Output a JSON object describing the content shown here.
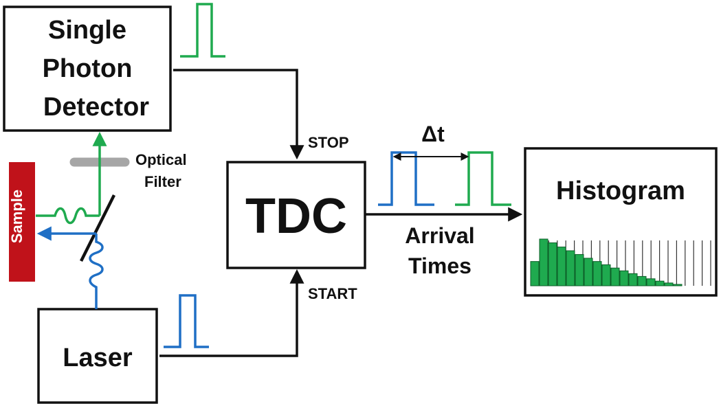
{
  "detector": {
    "line1": "Single",
    "line2": "Photon",
    "line3": "Detector"
  },
  "laser": {
    "label": "Laser"
  },
  "tdc": {
    "label": "TDC"
  },
  "histogram": {
    "label": "Histogram",
    "bars": [
      0.52,
      1.0,
      0.92,
      0.83,
      0.75,
      0.67,
      0.59,
      0.52,
      0.45,
      0.38,
      0.32,
      0.26,
      0.2,
      0.15,
      0.1,
      0.06,
      0.03
    ]
  },
  "sample": {
    "label": "Sample"
  },
  "optical_filter": {
    "line1": "Optical",
    "line2": "Filter"
  },
  "signals": {
    "stop": "STOP",
    "start": "START",
    "delta_t": "Δt"
  },
  "arrival_times": {
    "line1": "Arrival",
    "line2": "Times"
  },
  "colors": {
    "laser_pulse": "#1f6fc5",
    "photon_pulse": "#1faa4f",
    "sample_fill": "#c0121a",
    "filter": "#a6a6a6"
  }
}
